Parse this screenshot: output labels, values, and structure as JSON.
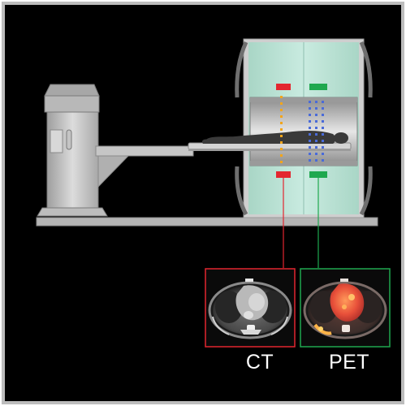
{
  "colors": {
    "background": "#000000",
    "border": "#bdbdbd",
    "gantry_panel": "#b9e0d3",
    "gantry_frame": "#c9c9c9",
    "machine_gray": "#c8c8c8",
    "ct_accent": "#e3262f",
    "pet_accent": "#1fa84f",
    "ct_dots": "#f2a51b",
    "pet_dots": "#4a6bd8"
  },
  "icons": {
    "patient": "patient-silhouette-icon",
    "ct_scan": "ct-chest-scan",
    "pet_scan": "pet-chest-scan"
  },
  "labels": {
    "ct": "CT",
    "pet": "PET"
  }
}
